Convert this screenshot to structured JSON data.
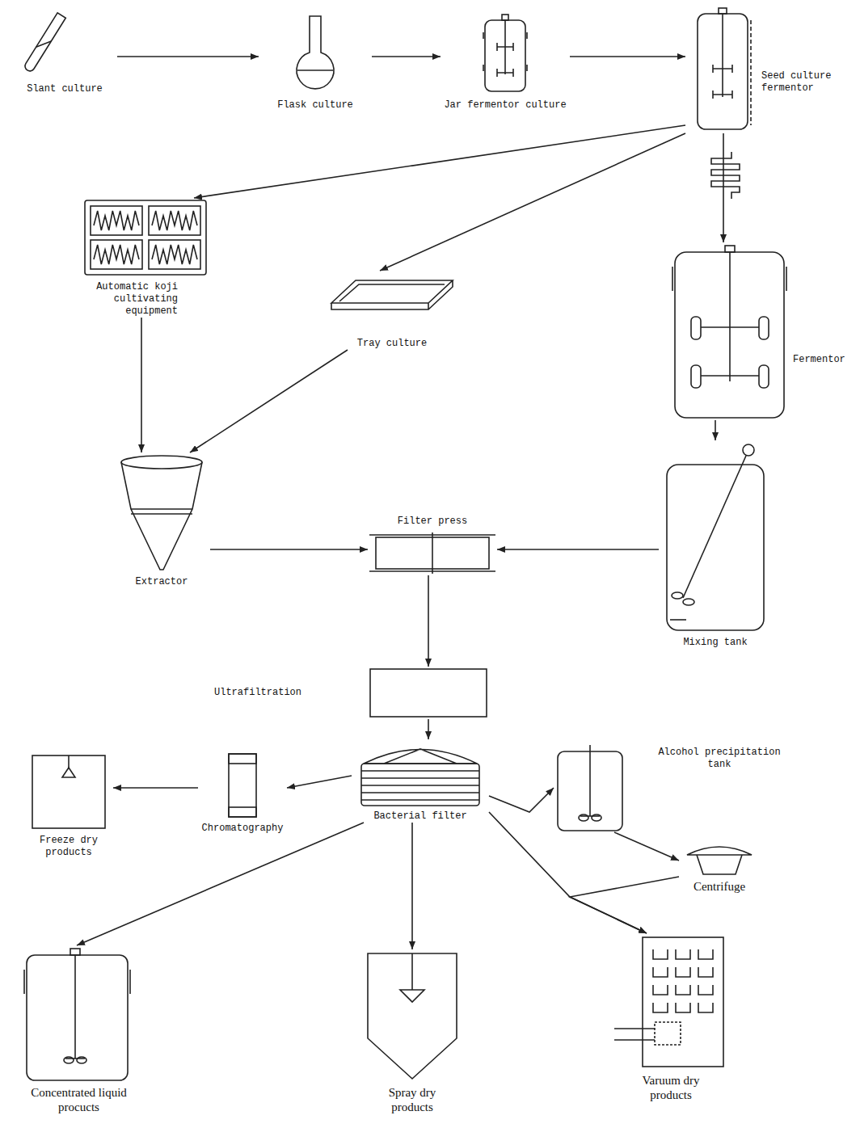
{
  "diagram": {
    "nodes": [
      {
        "text": [
          "Slant culture"
        ]
      },
      {
        "text": [
          "Flask culture"
        ]
      },
      {
        "text": [
          "Jar fermentor culture"
        ]
      },
      {
        "text": [
          "Seed culture fermentor"
        ]
      },
      {
        "text": [
          "Automatic koji cultivating equipment"
        ]
      },
      {
        "text": [
          "Tray culture"
        ]
      },
      {
        "text": [
          "Fermentor"
        ]
      },
      {
        "text": [
          "Extractor"
        ]
      },
      {
        "text": [
          "Filter press"
        ]
      },
      {
        "text": [
          "Mixing tank"
        ]
      },
      {
        "text": [
          "Ultrafiltration"
        ]
      },
      {
        "text": [
          "Bacterial filter"
        ]
      },
      {
        "text": [
          "Chromatography"
        ]
      },
      {
        "text": [
          "Freeze dry products"
        ]
      },
      {
        "text": [
          "Alcohol precipitation tank"
        ]
      },
      {
        "text": [
          "Centrifuge"
        ]
      },
      {
        "text": [
          "Concentrated liquid procucts"
        ]
      },
      {
        "text": [
          "Spray dry products"
        ]
      },
      {
        "text": [
          "Varuum dry products"
        ]
      }
    ],
    "edges": [
      {
        "from": 0,
        "to": 1,
        "arrow": "to"
      },
      {
        "from": 1,
        "to": 2,
        "arrow": "to"
      },
      {
        "from": 2,
        "to": 3,
        "arrow": "to"
      },
      {
        "from": 3,
        "to": 4,
        "arrow": "to"
      },
      {
        "from": 3,
        "to": 5,
        "arrow": "to"
      },
      {
        "from": 3,
        "to": 6,
        "arrow": "to"
      },
      {
        "from": 4,
        "to": 7,
        "arrow": "to"
      },
      {
        "from": 5,
        "to": 7,
        "arrow": "to"
      },
      {
        "from": 6,
        "to": 9,
        "arrow": "to"
      },
      {
        "from": 7,
        "to": 8,
        "arrow": "to"
      },
      {
        "from": 9,
        "to": 8,
        "arrow": "to"
      },
      {
        "from": 8,
        "to": 10,
        "arrow": "to"
      },
      {
        "from": 10,
        "to": 11,
        "arrow": "to"
      },
      {
        "from": 11,
        "to": 12,
        "arrow": "to"
      },
      {
        "from": 12,
        "to": 13,
        "arrow": "to"
      },
      {
        "from": 11,
        "to": 14,
        "arrow": "to"
      },
      {
        "from": 14,
        "to": 15,
        "arrow": "to"
      },
      {
        "from": 15,
        "to": 18,
        "arrow": "to"
      },
      {
        "from": 11,
        "to": 18,
        "arrow": "to"
      },
      {
        "from": 11,
        "to": 16,
        "arrow": "to"
      },
      {
        "from": 11,
        "to": 17,
        "arrow": "to"
      }
    ]
  }
}
